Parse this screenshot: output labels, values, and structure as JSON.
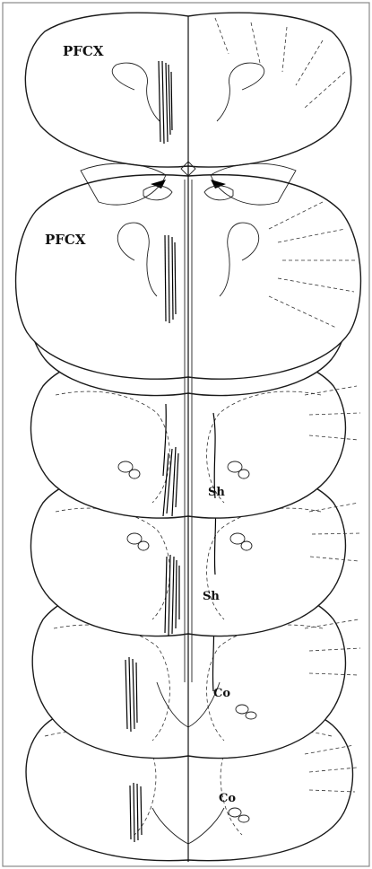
{
  "figure": {
    "labels": {
      "pfcx_1": "PFCX",
      "pfcx_2": "PFCX",
      "sh_1": "Sh",
      "sh_2": "Sh",
      "co_1": "Co",
      "co_2": "Co"
    },
    "colors": {
      "outline": "#1a1a1a",
      "track": "#000000",
      "background": "#ffffff"
    }
  }
}
